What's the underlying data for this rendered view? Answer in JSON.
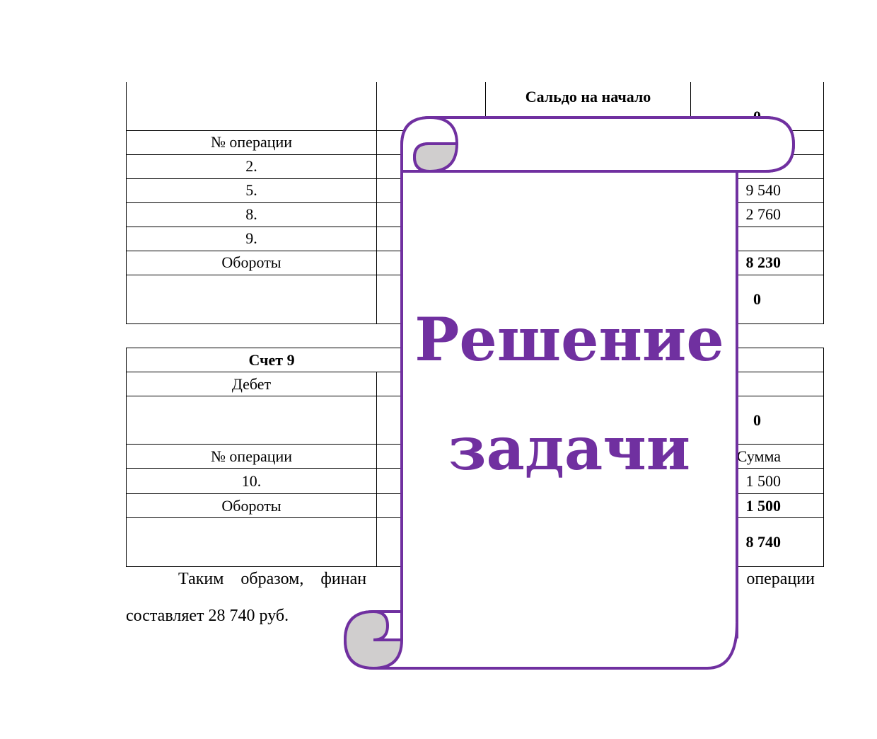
{
  "table1": {
    "header_balance_label": "Сальдо на начало",
    "header_balance_value": "0",
    "col_operation": "№ операции",
    "rows": [
      {
        "op": "2.",
        "sum": ""
      },
      {
        "op": "5.",
        "sum": "9 540"
      },
      {
        "op": "8.",
        "sum": "2 760"
      },
      {
        "op": "9.",
        "sum": ""
      }
    ],
    "turnover_label": "Обороты",
    "turnover_value": "8 230",
    "closing_value": "0"
  },
  "table2": {
    "title": "Счет 9",
    "debit_label": "Дебет",
    "opening_value": "0",
    "col_operation": "№ операции",
    "col_sum": "Сумма",
    "rows": [
      {
        "op": "10.",
        "sum": "1 500"
      }
    ],
    "turnover_label": "Обороты",
    "turnover_value": "1 500",
    "closing_value": "8 740"
  },
  "paragraph": {
    "line1_start": "Таким образом, финан",
    "line1_end": "операции",
    "line2": "составляет 28 740 руб."
  },
  "banner": {
    "line1": "Решение",
    "line2": "задачи",
    "accent_color": "#7030a0",
    "curl_fill": "#d0cece"
  }
}
